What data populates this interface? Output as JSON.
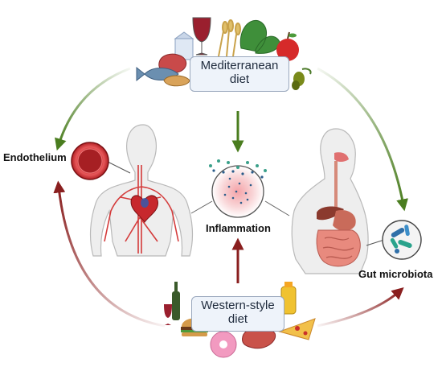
{
  "labels": {
    "mediterranean_line1": "Mediterranean",
    "mediterranean_line2": "diet",
    "western_line1": "Western-style",
    "western_line2": "diet",
    "endothelium": "Endothelium",
    "inflammation": "Inflammation",
    "gut_microbiota": "Gut microbiota"
  },
  "colors": {
    "beneficial_arrow": "#4a7d1f",
    "harmful_arrow": "#8a1f1f",
    "box_fill": "#eef3fa",
    "box_border": "#9aa8bd",
    "vessels": "#d43b3b",
    "body_fill": "#eeeeee",
    "body_outline": "#b9b9b9"
  },
  "icons": [
    "wine-glass-icon",
    "wheat-icon",
    "spinach-icon",
    "apple-icon",
    "milk-carton-icon",
    "meat-icon",
    "fish-icon",
    "olive-icon",
    "bread-icon",
    "burger-icon",
    "donut-icon",
    "pizza-icon",
    "steak-icon",
    "wine-bottle-icon",
    "juice-bottle-icon"
  ]
}
